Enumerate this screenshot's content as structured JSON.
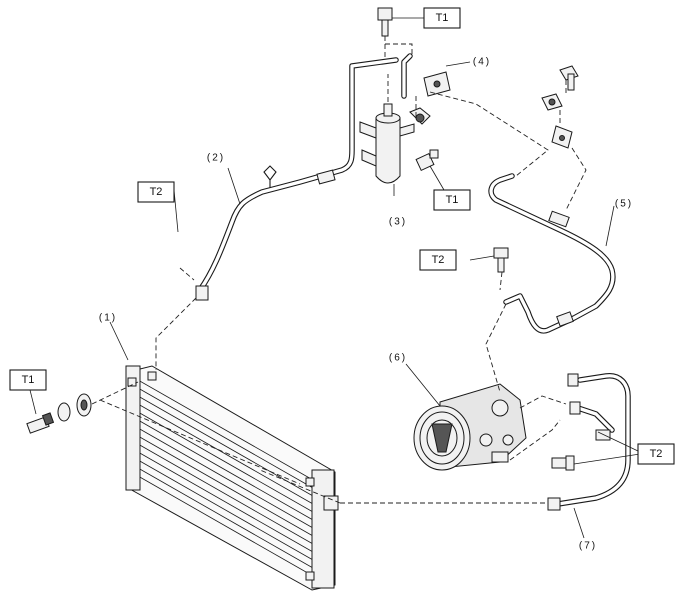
{
  "torque_labels": {
    "t1_top": "T1",
    "t1_receiver": "T1",
    "t1_left": "T1",
    "t2_left": "T2",
    "t2_compressor": "T2",
    "t2_right": "T2"
  },
  "callouts": {
    "c1": "(1)",
    "c2": "(2)",
    "c3": "(3)",
    "c4": "(4)",
    "c5": "(5)",
    "c6": "(6)",
    "c7": "(7)"
  }
}
